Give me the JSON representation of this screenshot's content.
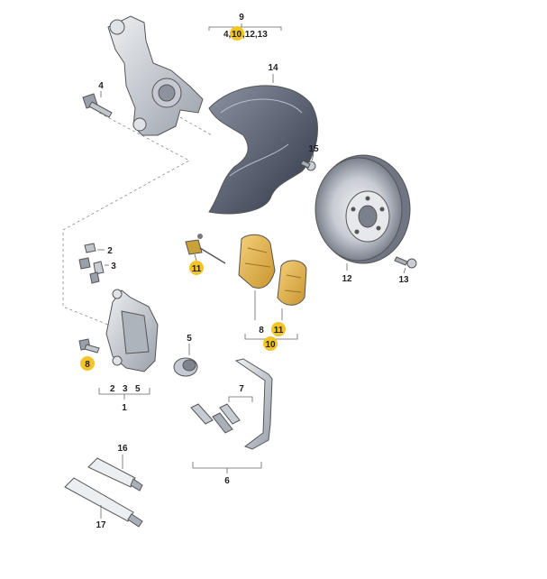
{
  "labels": {
    "n1": "1",
    "n2a": "2",
    "n2b": "2",
    "n3a": "3",
    "n3b": "3",
    "n4": "4",
    "n5a": "5",
    "n5b": "5",
    "n6": "6",
    "n7": "7",
    "n8a": "8",
    "n8b": "8",
    "n9": "9",
    "n10a": "10",
    "n10b": "10",
    "n11a": "11",
    "n11b": "11",
    "n12": "12",
    "n13": "13",
    "n14": "14",
    "n15": "15",
    "n16": "16",
    "n17": "17",
    "n9_list_a": "4,",
    "n9_list_b": "10",
    "n9_list_c": ",12,13",
    "n1_list": "2   3   5"
  },
  "colors": {
    "metal_light": "#d9dde2",
    "metal_mid": "#b3b8c0",
    "metal_dark": "#7c8290",
    "shield_dark": "#3b4252",
    "pad_yellow": "#e8b74a",
    "highlight": "#f3c427"
  }
}
